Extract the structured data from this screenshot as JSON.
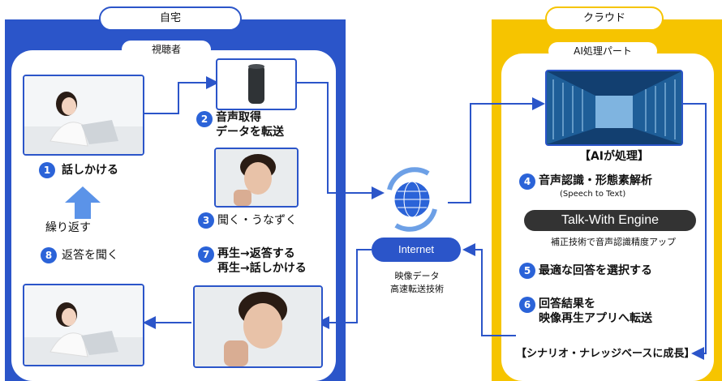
{
  "home": {
    "title": "自宅",
    "viewer_label": "視聴者",
    "steps": {
      "s1": "話しかける",
      "repeat": "繰り返す",
      "s8": "返答を聞く",
      "s2_line1": "音声取得",
      "s2_line2": "データを転送",
      "s3": "聞く・うなずく",
      "s7_line1": "再生→返答する",
      "s7_line2": "再生→話しかける"
    },
    "numbers": {
      "n1": "1",
      "n2": "2",
      "n3": "3",
      "n7": "7",
      "n8": "8"
    }
  },
  "network": {
    "internet_label": "Internet",
    "caption_line1": "映像データ",
    "caption_line2": "高速転送技術"
  },
  "cloud": {
    "title": "クラウド",
    "ai_part_label": "AI処理パート",
    "ai_processing": "【AIが処理】",
    "s4": "音声認識・形態素解析",
    "s4_sub": "(Speech to Text)",
    "engine": "Talk-With Engine",
    "engine_sub": "補正技術で音声認識精度アップ",
    "s5": "最適な回答を選択する",
    "s6_line1": "回答結果を",
    "s6_line2": "映像再生アプリへ転送",
    "footer": "【シナリオ・ナレッジベースに成長】",
    "numbers": {
      "n4": "4",
      "n5": "5",
      "n6": "6"
    }
  },
  "colors": {
    "home_blue": "#2b55c9",
    "cloud_yellow": "#f6c400",
    "step_blue": "#2b63d8",
    "engine_dark": "#333333"
  }
}
